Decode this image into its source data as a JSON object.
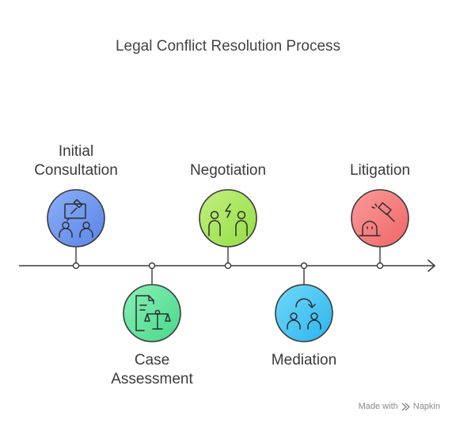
{
  "title": "Legal Conflict Resolution Process",
  "steps": [
    {
      "line1": "Initial",
      "line2": "Consultation",
      "icon": "gavel-document-people-icon",
      "color": "#6b95ef"
    },
    {
      "line1": "Case",
      "line2": "Assessment",
      "icon": "document-scales-icon",
      "color": "#5fe39c"
    },
    {
      "line1": "Negotiation",
      "line2": "",
      "icon": "people-lightning-icon",
      "color": "#a3e85a"
    },
    {
      "line1": "Mediation",
      "line2": "",
      "icon": "people-cycle-icon",
      "color": "#3cc4f3"
    },
    {
      "line1": "Litigation",
      "line2": "",
      "icon": "gavel-ghost-icon",
      "color": "#f7797a"
    }
  ],
  "credit": {
    "prefix": "Made with",
    "brand": "Napkin"
  }
}
